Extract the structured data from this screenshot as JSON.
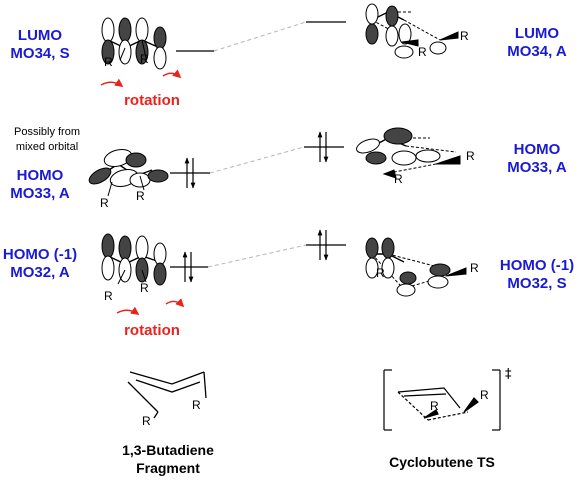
{
  "colors": {
    "label_blue": "#1a1ad6",
    "rotation_red": "#e8231e",
    "ink": "#000000",
    "lobe_fill": "#444444",
    "dash_gray": "#b5b5b5"
  },
  "left_labels": {
    "lumo": {
      "line1": "LUMO",
      "line2": "MO34, S"
    },
    "homo": {
      "line1": "HOMO",
      "line2": "MO33, A"
    },
    "homo_1": {
      "line1": "HOMO (-1)",
      "line2": "MO32, A"
    }
  },
  "right_labels": {
    "lumo": {
      "line1": "LUMO",
      "line2": "MO34, A"
    },
    "homo": {
      "line1": "HOMO",
      "line2": "MO33, A"
    },
    "homo_1": {
      "line1": "HOMO (-1)",
      "line2": "MO32, S"
    }
  },
  "note": {
    "line1": "Possibly from",
    "line2": "mixed orbital"
  },
  "rotation_label": "rotation",
  "substituent": "R",
  "ts_symbol": "‡",
  "captions": {
    "butadiene": {
      "line1": "1,3-Butadiene",
      "line2": "Fragment"
    },
    "cyclobutene": "Cyclobutene TS"
  },
  "icons": [
    "p-orbital-lobe-icon",
    "electron-pair-arrow-icon",
    "rotation-arrow-icon",
    "transition-state-bracket-icon"
  ]
}
